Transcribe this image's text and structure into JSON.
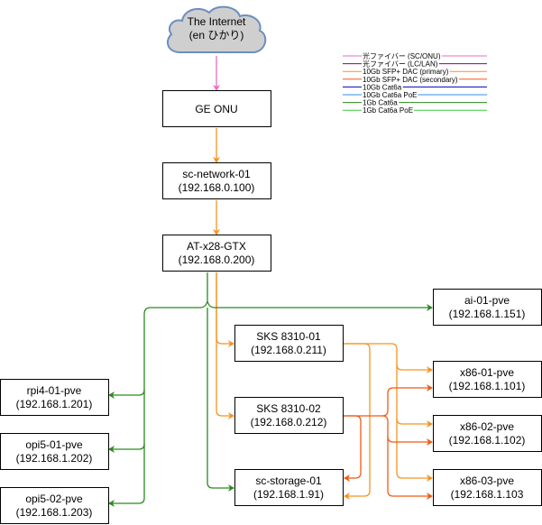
{
  "cloud": {
    "line1": "The Internet",
    "line2": "(en ひかり)"
  },
  "nodes": {
    "onu": {
      "name": "GE ONU",
      "ip": ""
    },
    "scnet": {
      "name": "sc-network-01",
      "ip": "(192.168.0.100)"
    },
    "atx": {
      "name": "AT-x28-GTX",
      "ip": "(192.168.0.200)"
    },
    "ai01": {
      "name": "ai-01-pve",
      "ip": "(192.168.1.151)"
    },
    "sks01": {
      "name": "SKS 8310-01",
      "ip": "(192.168.0.211)"
    },
    "sks02": {
      "name": "SKS 8310-02",
      "ip": "(192.168.0.212)"
    },
    "storage": {
      "name": "sc-storage-01",
      "ip": "(192.168.1.91)"
    },
    "x8601": {
      "name": "x86-01-pve",
      "ip": "(192.168.1.101)"
    },
    "x8602": {
      "name": "x86-02-pve",
      "ip": "(192.168.1.102)"
    },
    "x8603": {
      "name": "x86-03-pve",
      "ip": "(192.168.1.103"
    },
    "rpi401": {
      "name": "rpi4-01-pve",
      "ip": "(192.168.1.201)"
    },
    "opi501": {
      "name": "opi5-01-pve",
      "ip": "(192.168.1.202)"
    },
    "opi502": {
      "name": "opi5-02-pve",
      "ip": "(192.168.1.203)"
    }
  },
  "colors": {
    "fiber_sc": "#ea6bbf",
    "fiber_lc": "#7a0a8a",
    "sfp_primary": "#f7931e",
    "sfp_secondary": "#f05a14",
    "cat6a_10g": "#0000c0",
    "cat6a_10g_poe": "#2f8fe8",
    "cat6a_1g": "#2b8a1e",
    "cat6a_1g_poe": "#3cc83c"
  },
  "legend": [
    {
      "label": "光ファイバー (SC/ONU)",
      "color_key": "fiber_sc"
    },
    {
      "label": "光ファイバー (LC/LAN)",
      "color_key": "fiber_lc"
    },
    {
      "label": "10Gb SFP+ DAC (primary)",
      "color_key": "sfp_primary"
    },
    {
      "label": "10Gb SFP+ DAC (secondary)",
      "color_key": "sfp_secondary"
    },
    {
      "label": "10Gb Cat6a",
      "color_key": "cat6a_10g"
    },
    {
      "label": "10Gb Cat6a PoE",
      "color_key": "cat6a_10g_poe"
    },
    {
      "label": "1Gb Cat6a",
      "color_key": "cat6a_1g"
    },
    {
      "label": "1Gb Cat6a PoE",
      "color_key": "cat6a_1g_poe"
    }
  ]
}
